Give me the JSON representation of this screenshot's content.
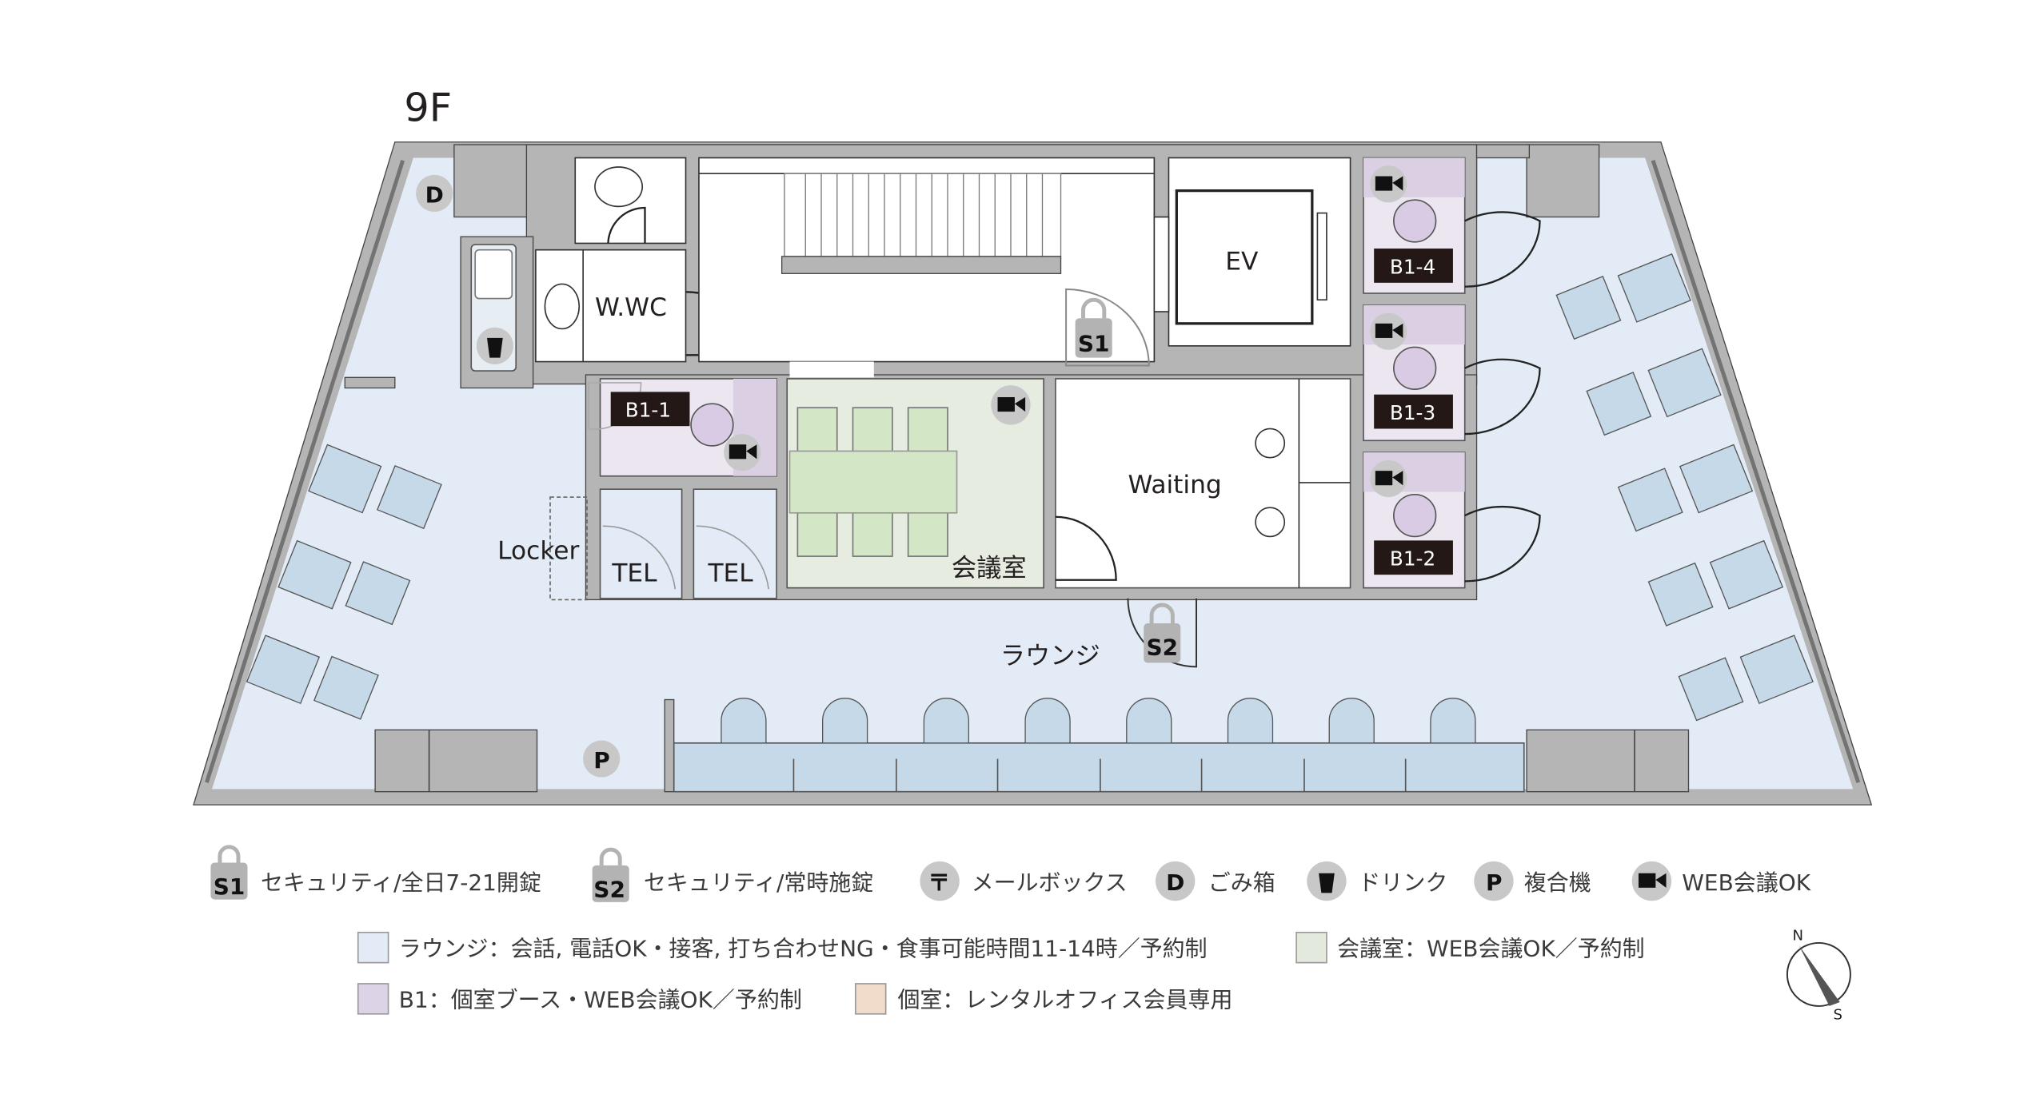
{
  "floor": {
    "title": "9F",
    "rooms": {
      "wwc": "W.WC",
      "ev": "EV",
      "waiting": "Waiting",
      "meeting": "会議室",
      "locker": "Locker",
      "tel1": "TEL",
      "tel2": "TEL",
      "lounge": "ラウンジ",
      "booths": [
        "B1-1",
        "B1-2",
        "B1-3",
        "B1-4"
      ]
    },
    "markers": {
      "s1": "S1",
      "s2": "S2",
      "dust": "D",
      "printer": "P"
    }
  },
  "legend": {
    "icons": [
      {
        "icon": "lock-s1-icon",
        "symbol": "S1",
        "label": "セキュリティ/全日7-21開錠"
      },
      {
        "icon": "lock-s2-icon",
        "symbol": "S2",
        "label": "セキュリティ/常時施錠"
      },
      {
        "icon": "mailbox-icon",
        "symbol": "〒",
        "label": "メールボックス"
      },
      {
        "icon": "trash-icon",
        "symbol": "D",
        "label": "ごみ箱"
      },
      {
        "icon": "drink-icon",
        "symbol": "",
        "label": "ドリンク"
      },
      {
        "icon": "printer-icon",
        "symbol": "P",
        "label": "複合機"
      },
      {
        "icon": "video-camera-icon",
        "symbol": "",
        "label": "WEB会議OK"
      }
    ],
    "areas": [
      {
        "label": "ラウンジ：会話, 電話OK・接客, 打ち合わせNG・食事可能時間11-14時／予約制",
        "color": "#e3ecf6"
      },
      {
        "label": "会議室：WEB会議OK／予約制",
        "color": "#e3e9dc"
      },
      {
        "label": "B1：個室ブース・WEB会議OK／予約制",
        "color": "#ddd3e6"
      },
      {
        "label": "個室：レンタルオフィス会員専用",
        "color": "#f1dccb"
      }
    ],
    "compass": {
      "north": "N",
      "south": "S"
    }
  },
  "colors": {
    "lounge": "#e3ecf6",
    "booth": "#e9e2ef",
    "booth_dark": "#dbcfe3",
    "meeting": "#e6ecdf",
    "meeting_table": "#d3e6c5",
    "wall": "#b5b5b5",
    "badge": "#231815"
  }
}
